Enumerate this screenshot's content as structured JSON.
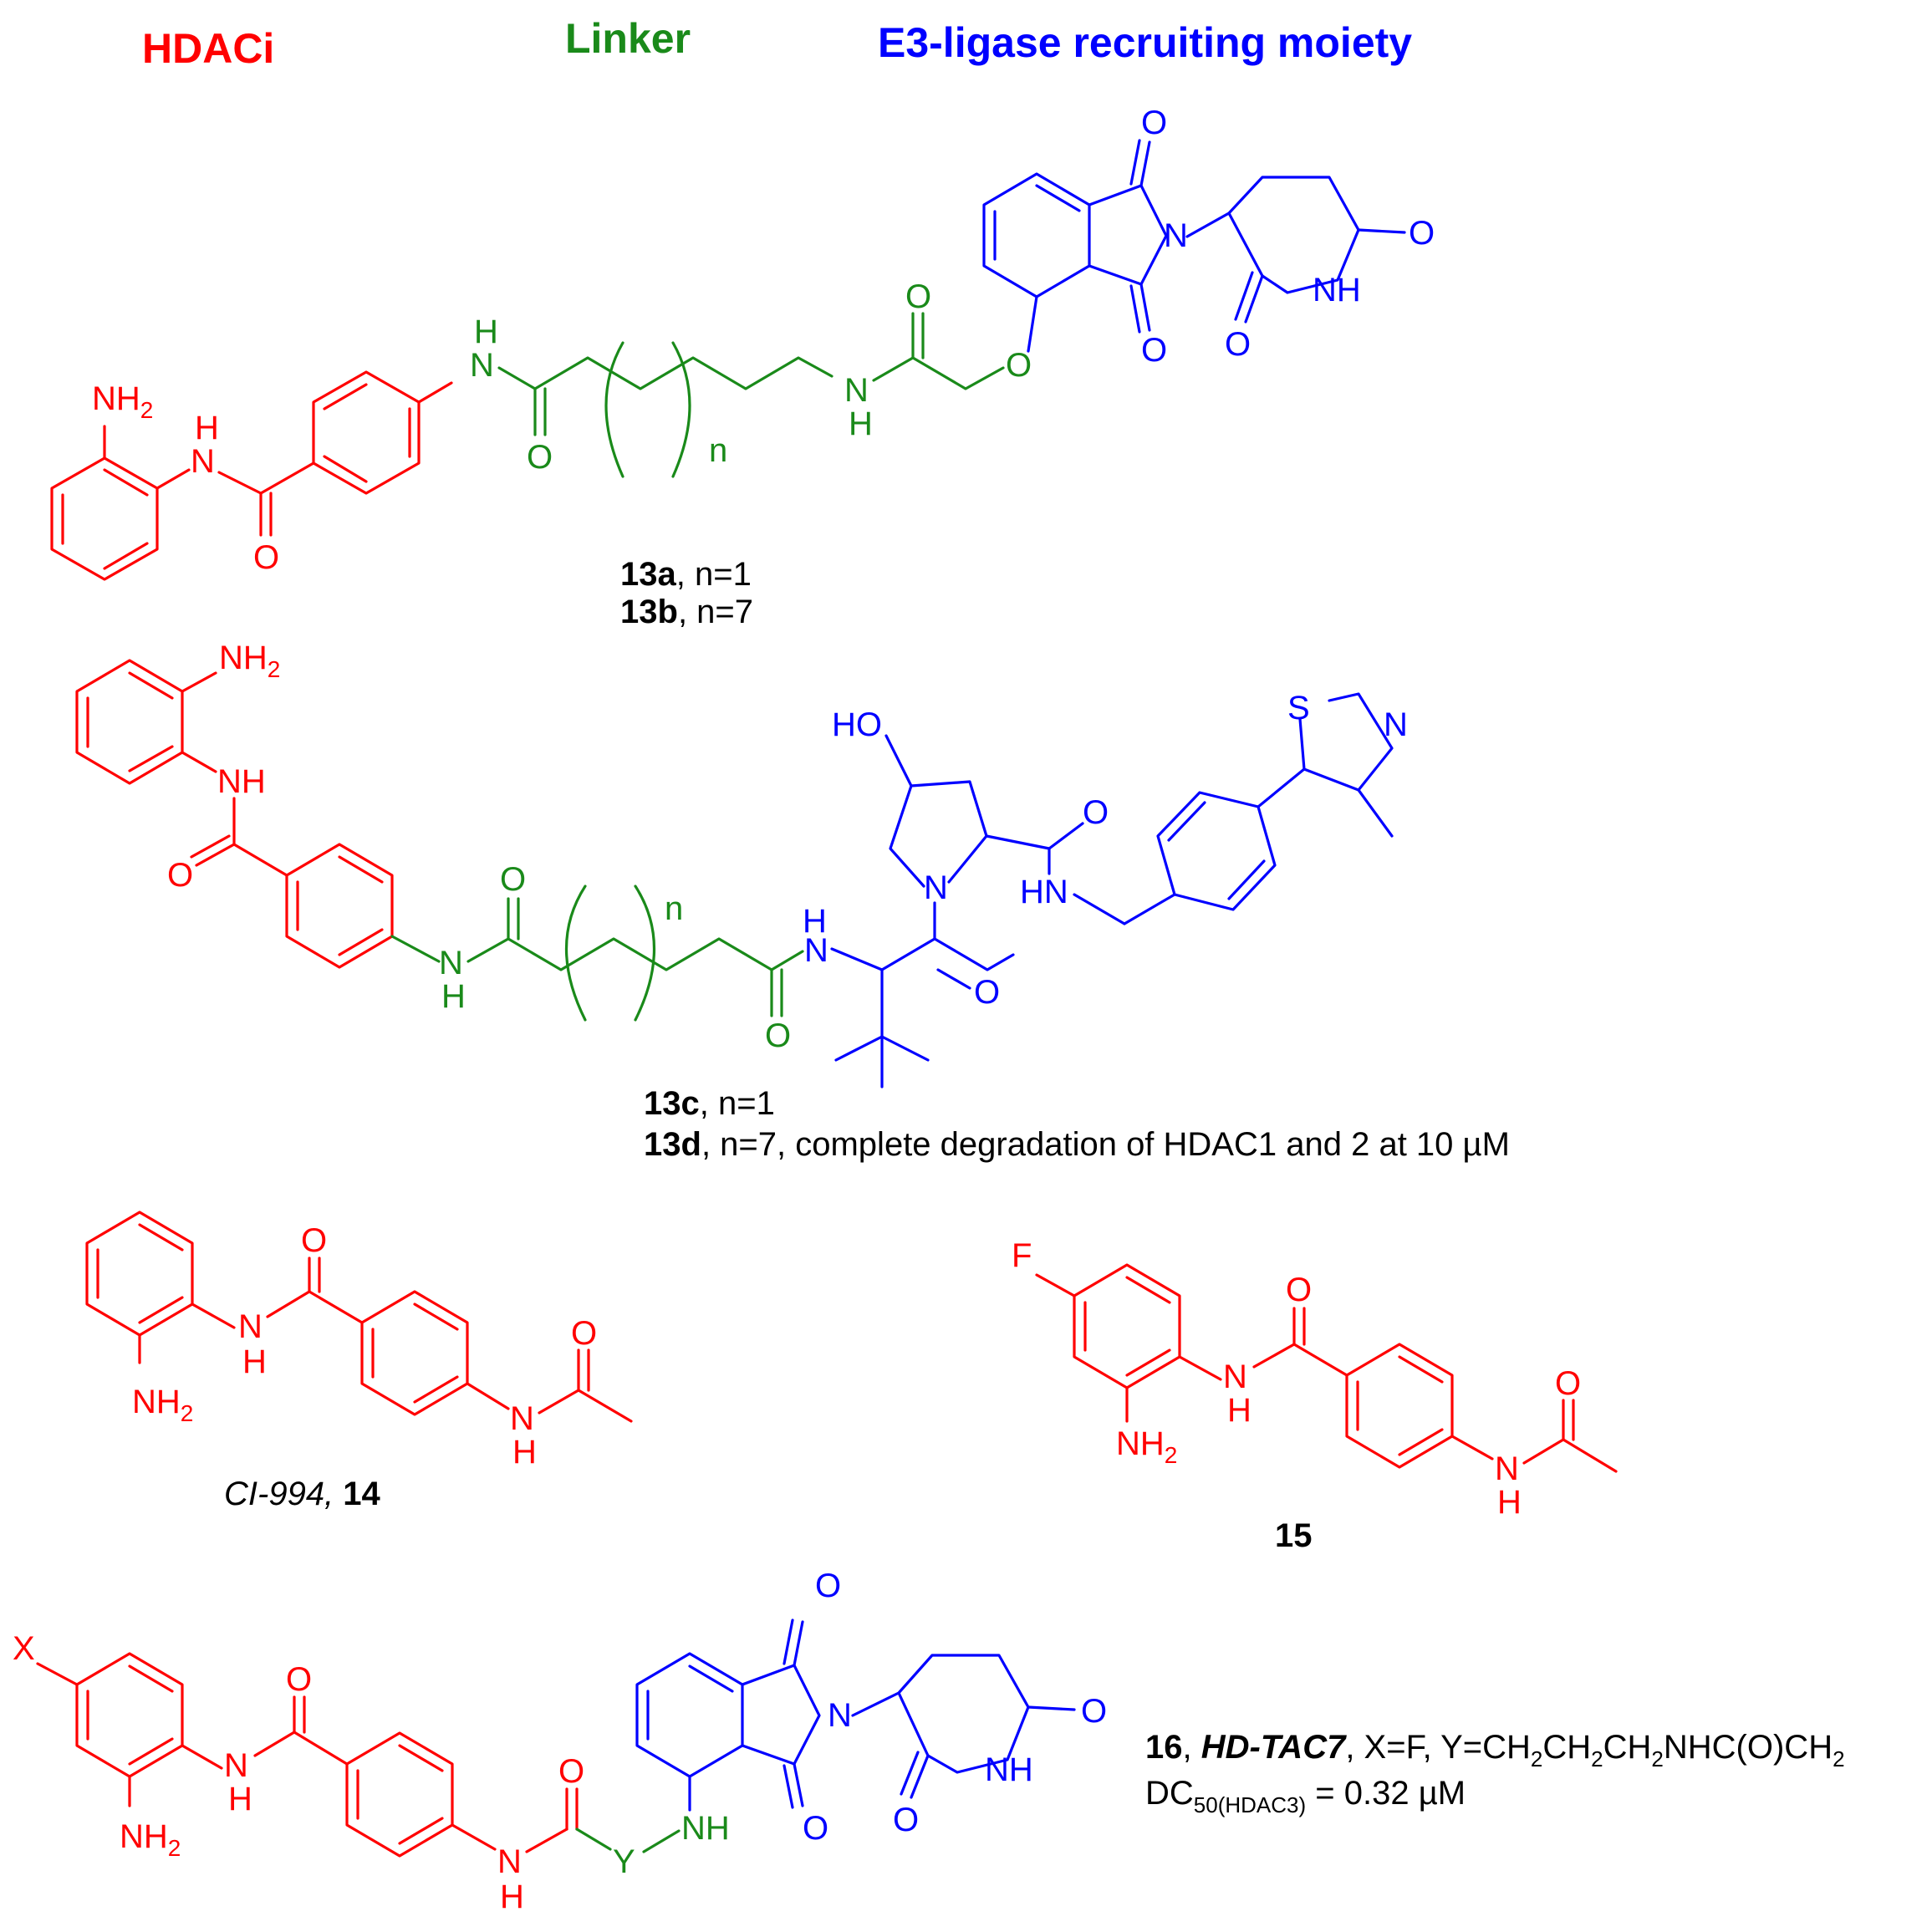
{
  "colors": {
    "hdaci": "#ff0000",
    "linker": "#1a8a1a",
    "e3": "#0000ff",
    "text": "#000000"
  },
  "headers": {
    "hdaci": "HDACi",
    "linker": "Linker",
    "e3": "E3-ligase recruiting moiety"
  },
  "atoms": {
    "nh2": "NH",
    "sub2": "2",
    "nh": "NH",
    "hn": "HN",
    "h": "H",
    "n": "N",
    "o": "O",
    "s": "S",
    "f": "F",
    "x": "X",
    "y": "Y",
    "ho": "HO",
    "n_repeat": "n"
  },
  "captions": {
    "c13a_id": "13a",
    "c13a_text": ", n=1",
    "c13b_id": "13b",
    "c13b_text": ", n=7",
    "c13c_id": "13c",
    "c13c_text": ", n=1",
    "c13d_id": "13d",
    "c13d_text": ", n=7, complete degradation of HDAC1 and 2 at 10 µM",
    "c14_name": "CI-994,",
    "c14_id": "14",
    "c15_id": "15",
    "c16_id": "16",
    "c16_sep": ",",
    "c16_name": "HD-TAC7",
    "c16_x": ", X=F,  Y=CH",
    "c16_sub": "2",
    "c16_ch": "CH",
    "c16_nhc": "NHC(O)CH",
    "c16_dc": "DC",
    "c16_dc_sub": "50(HDAC3)",
    "c16_dc_val": " = 0.32 µM"
  }
}
